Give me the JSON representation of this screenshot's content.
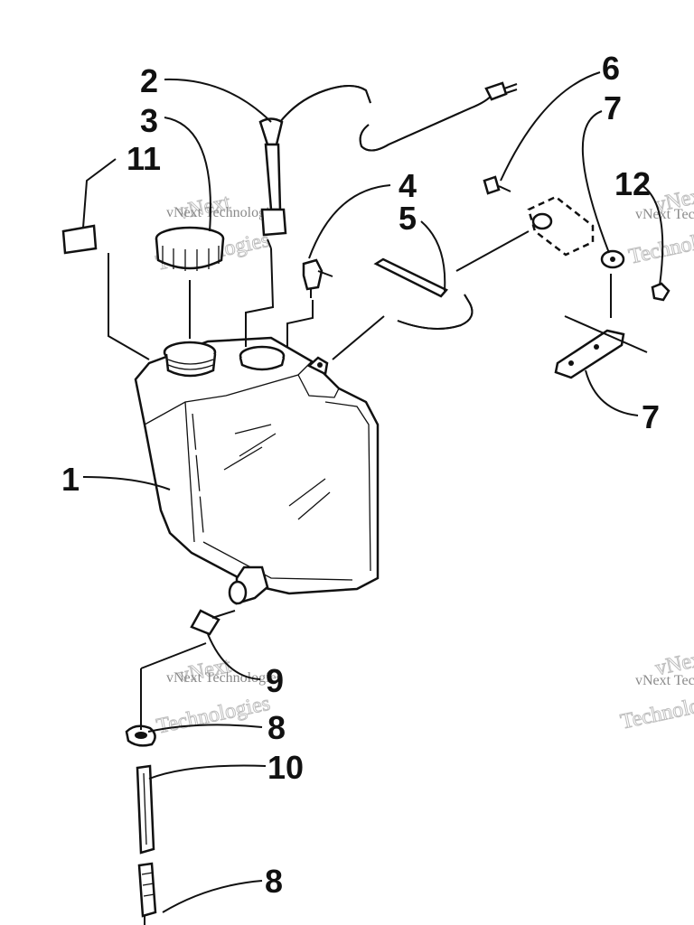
{
  "diagram": {
    "callouts": [
      "2",
      "3",
      "11",
      "4",
      "5",
      "6",
      "7",
      "12",
      "7",
      "1",
      "9",
      "8",
      "10",
      "8"
    ],
    "watermark_lines": [
      "vNext",
      "Technologies"
    ],
    "watermark_small": "vNext Technologies"
  }
}
